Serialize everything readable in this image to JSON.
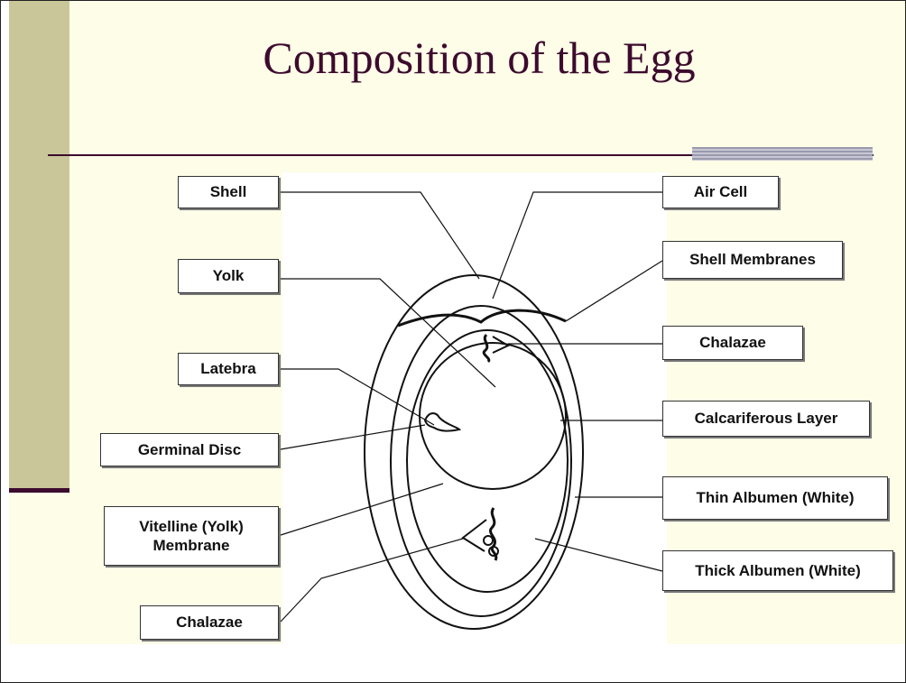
{
  "slide": {
    "title": "Composition of the Egg"
  },
  "labels": {
    "shell": "Shell",
    "yolk": "Yolk",
    "latebra": "Latebra",
    "germinal_disc": "Germinal Disc",
    "vitelline_membrane": "Vitelline (Yolk)\nMembrane",
    "chalazae_bottom": "Chalazae",
    "air_cell": "Air Cell",
    "shell_membranes": "Shell Membranes",
    "chalazae_top": "Chalazae",
    "calcariferous_layer": "Calcariferous Layer",
    "thin_albumen": "Thin Albumen (White)",
    "thick_albumen": "Thick Albumen (White)"
  },
  "colors": {
    "title": "#3d0b2e",
    "background": "#fdfde8",
    "side_bar": "#c9c69a",
    "rule": "#3d0b2e"
  }
}
